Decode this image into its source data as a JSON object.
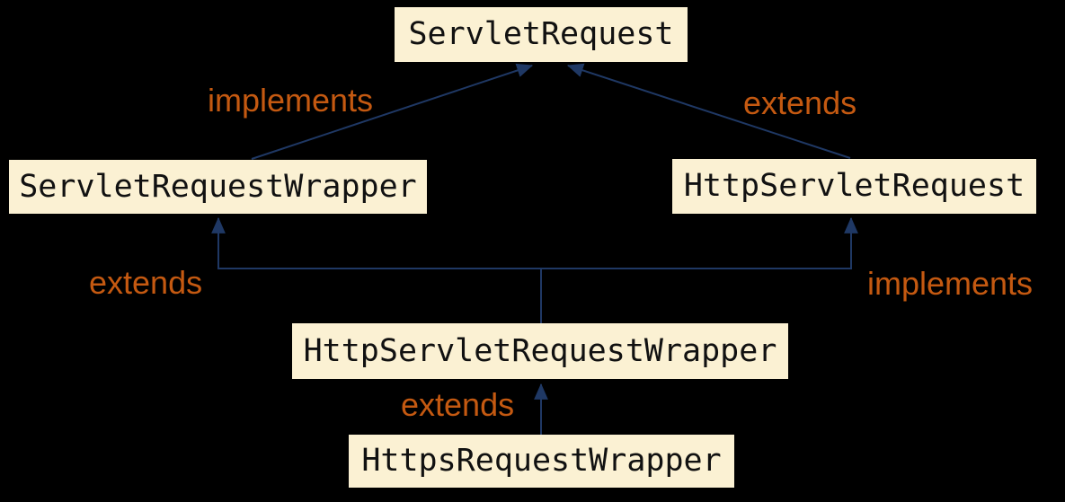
{
  "diagram": {
    "nodes": [
      {
        "id": "servlet-request",
        "label": "ServletRequest"
      },
      {
        "id": "servlet-request-wrapper",
        "label": "ServletRequestWrapper"
      },
      {
        "id": "http-servlet-request",
        "label": "HttpServletRequest"
      },
      {
        "id": "http-servlet-request-wrapper",
        "label": "HttpServletRequestWrapper"
      },
      {
        "id": "https-request-wrapper",
        "label": "HttpsRequestWrapper"
      }
    ],
    "edges": [
      {
        "from": "ServletRequestWrapper",
        "to": "ServletRequest",
        "label": "implements"
      },
      {
        "from": "HttpServletRequest",
        "to": "ServletRequest",
        "label": "extends"
      },
      {
        "from": "HttpServletRequestWrapper",
        "to": "ServletRequestWrapper",
        "label": "extends"
      },
      {
        "from": "HttpServletRequestWrapper",
        "to": "HttpServletRequest",
        "label": "implements"
      },
      {
        "from": "HttpsRequestWrapper",
        "to": "HttpServletRequestWrapper",
        "label": "extends"
      }
    ],
    "colors": {
      "background": "#000000",
      "node_fill": "#FBF1D3",
      "node_text": "#111111",
      "edge_line": "#1F3864",
      "edge_label": "#C45911"
    }
  }
}
